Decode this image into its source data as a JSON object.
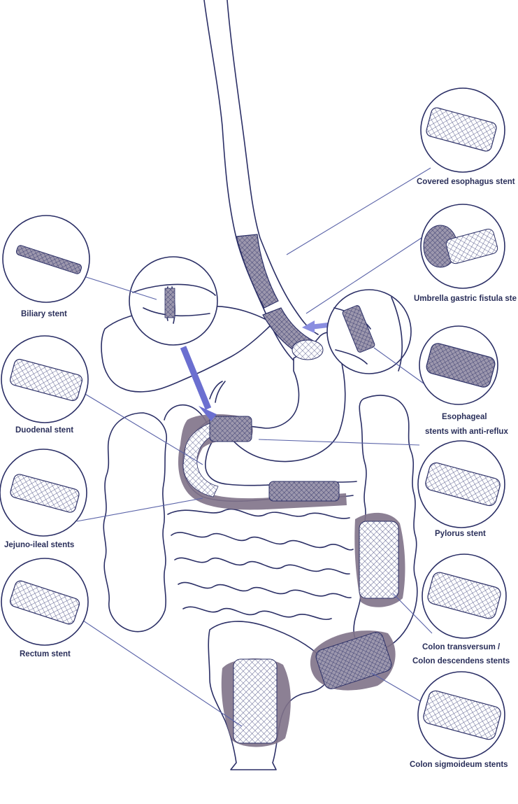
{
  "labels": {
    "covered_esophagus": "Covered esophagus stent",
    "umbrella_gastric": "Umbrella gastric fistula ste",
    "biliary": "Biliary stent",
    "esophageal_1": "Esophageal",
    "esophageal_2": "stents with anti-reflux",
    "duodenal": "Duodenal stent",
    "pylorus": "Pylorus stent",
    "jejuno_ileal": "Jejuno-ileal stents",
    "rectum": "Rectum stent",
    "colon_trans_1": "Colon transversum /",
    "colon_trans_2": "Colon descendens stents",
    "colon_sigm": "Colon sigmoideum stents"
  },
  "colors": {
    "outline": "#2b2f66",
    "arrow": "#6b6fd0",
    "shade": "#7f7288",
    "label": "#2a2f5a"
  }
}
